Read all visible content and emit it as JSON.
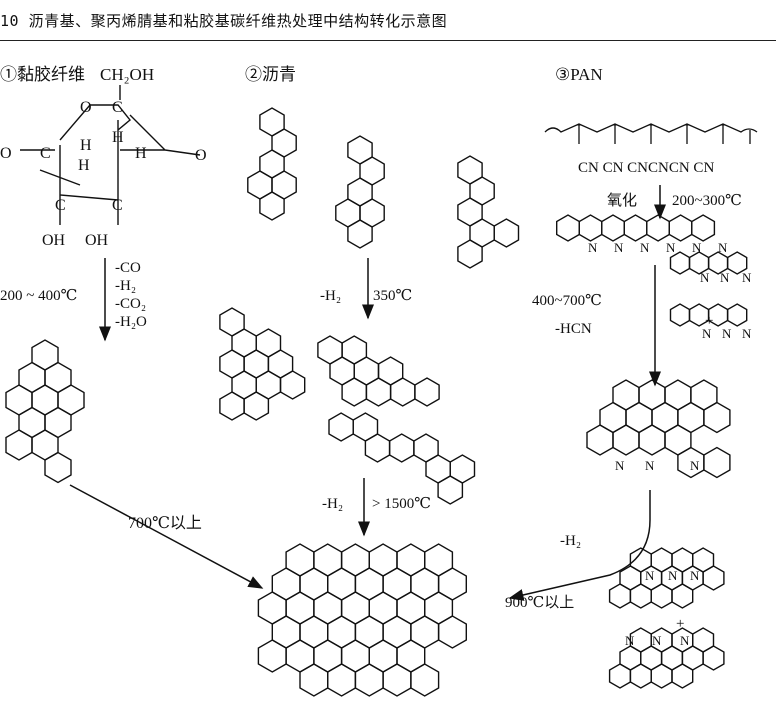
{
  "title": "10 沥青基、聚丙烯腈基和粘胶基碳纤维热处理中结构转化示意图",
  "sections": {
    "viscose": "①黏胶纤维",
    "pitch": "②沥青",
    "pan": "③PAN"
  },
  "viscose": {
    "ch2oh": "CH₂OH",
    "atoms": [
      "O",
      "C",
      "C",
      "H",
      "H",
      "H",
      "H",
      "C",
      "C",
      "O",
      "O",
      "OH",
      "OH"
    ],
    "temp": "200 ~ 400℃",
    "losses": [
      "-CO",
      "-H₂",
      "-CO₂",
      "-H₂O"
    ],
    "final_temp": "700℃以上"
  },
  "pitch": {
    "step1": "-H₂",
    "step1_temp": "350℃",
    "step2": "-H₂",
    "step2_temp": "> 1500℃"
  },
  "pan": {
    "cn": "CN CN CNCNCN CN",
    "oxidation": "氧化",
    "oxidation_temp": "200~300℃",
    "step2_temp": "400~700℃",
    "step2_loss": "-HCN",
    "plus": "+",
    "step3_loss": "-H₂",
    "final_temp": "900℃以上",
    "n": "N"
  }
}
